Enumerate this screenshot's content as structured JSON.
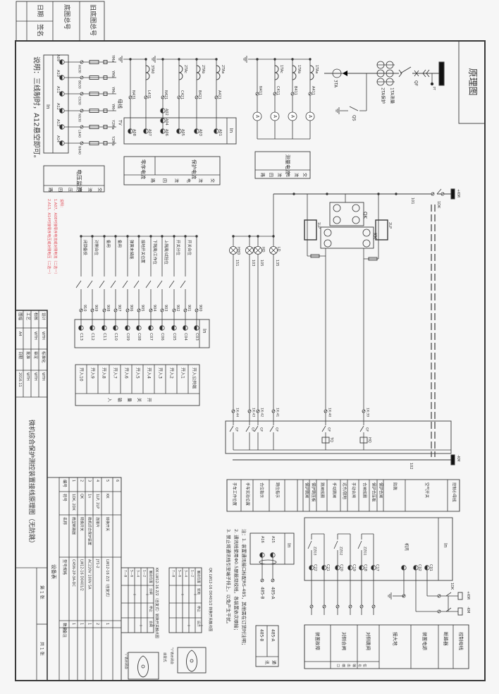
{
  "title_strip": {
    "old_base_no": "旧底图总号",
    "base_no": "底图总号",
    "date": "日期",
    "signature": "签名"
  },
  "diagram_label": "原理图",
  "primary": {
    "qf": "QF",
    "pt": "PT",
    "ct_measure": "1TA测量",
    "ct_protect": "2TA保护",
    "ct_zero": "3TA",
    "qs": "QS"
  },
  "measure": {
    "coils": [
      "1TAa",
      "1TAb",
      "1TAc"
    ],
    "wires": [
      "A411",
      "B411",
      "C411",
      "N411"
    ],
    "meter": "A",
    "box": {
      "title": "交流电流回路",
      "label": "测量电流"
    }
  },
  "protect": {
    "coils": [
      "2TAa",
      "2TAb",
      "2TAc",
      "3TA0"
    ],
    "wires": [
      "A421",
      "B421",
      "C421",
      "N421",
      "L431",
      "N431"
    ],
    "terminals": [
      "A01",
      "A03",
      "A05",
      "A06",
      "A04",
      "A02",
      "A07",
      "A08"
    ],
    "in": "In",
    "box": {
      "title": "交流电流回路",
      "label1": "保护电流",
      "label2": "零序电流"
    }
  },
  "voltage": {
    "terminals": [
      "A09",
      "A10",
      "A11",
      "A12",
      "A13",
      "A14"
    ],
    "wires": [
      "A630",
      "B630",
      "C630",
      "N630",
      "L640",
      "N640"
    ],
    "bus_wires": [
      "YMa",
      "YMb",
      "YMc",
      "YMn",
      "Y2Ma",
      "Y2Mb"
    ],
    "bus_label": "母线",
    "tv_label": "TV",
    "in": "In",
    "note": "说明：三线制时，A12悬空即可。",
    "box": {
      "title": "交流电压回路",
      "label": "电压监测"
    }
  },
  "red_note": [
    "说明：",
    "1.A07、A08可接零序电流或对侧电流（二选一）",
    "2.A13、A14可接零序电压或对侧电压（二选一）"
  ],
  "binary_inputs": {
    "labels": [
      "开关合位",
      "开关分位",
      "上隔离/试验位",
      "下隔离/工作位",
      "接地开关位置",
      "弹簧未储能",
      "备用",
      "备用",
      "对侧合位",
      "闭锁备投"
    ],
    "wires": [
      "900",
      "901",
      "902",
      "903",
      "904",
      "905",
      "906",
      "907",
      "908",
      "909",
      "910"
    ],
    "terminals": [
      "C03",
      "C04",
      "C05",
      "C06",
      "C07",
      "C08",
      "C09",
      "C10",
      "C11",
      "C12",
      "C13"
    ],
    "in": "In",
    "table": [
      "开入公共端",
      "开入1",
      "开入2",
      "开入3",
      "开入4",
      "开入5",
      "开入6",
      "开入7",
      "开入8",
      "开入9",
      "开入10"
    ],
    "table_title": "开关量输入"
  },
  "control": {
    "pos_bus": "+KM",
    "neg_bus": "-KM",
    "switch": "1DK",
    "wires": [
      "101",
      "102"
    ],
    "lamps": [
      {
        "name": "HHD",
        "wire": "151"
      },
      {
        "name": "LD",
        "wire": "103"
      },
      {
        "name": "HD",
        "wire": "105"
      },
      {
        "name": "LD",
        "wire": "135"
      }
    ],
    "terminals": [
      "1X:44",
      "1X:43",
      "1X:42",
      "1X:41",
      "1X:40",
      "1X:39"
    ],
    "qf": "QF",
    "qk": "QK",
    "kk": "KK",
    "tq": "TQ",
    "hq": "HQ",
    "plates": [
      "1LP",
      "2LP"
    ]
  },
  "legend": [
    "手车工作位置",
    "手车实验位置",
    "合位指示",
    "跳位指示",
    "保护跳闸",
    "保护跳压板",
    "跳闸线圈",
    "手动跳闸",
    "远方/就地",
    "手动合闸",
    "合闸线圈",
    "保护合压板",
    "保护合闸",
    "防跳",
    "空气开关",
    "控制小母线"
  ],
  "notes": [
    "注：1. 装置通讯接口标配RS-485，其他需在订货时注明；",
    "2. 通讯线使用Φ0.5屏蔽双绞线，各装置依次顺接；",
    "3. 禁止将通讯线引至端子排上，以免产生干扰。"
  ],
  "comm": {
    "in": "In",
    "terminals": [
      "A15",
      "A16"
    ],
    "ends": [
      "485-A",
      "485-B"
    ],
    "table": {
      "a": "485-A",
      "b": "485-B",
      "title": "通讯"
    }
  },
  "outputs": {
    "in": "In",
    "terminals": [
      "C17",
      "C18",
      "C19",
      "C20",
      "C21",
      "C22"
    ],
    "relays": [
      "ZZG1",
      "ZZG2",
      "ZZG3"
    ],
    "shell": "机壳",
    "power_terminals": [
      "C01",
      "C02"
    ],
    "switch": "1DK",
    "buses": [
      "+KM",
      "-KM"
    ],
    "boxes": [
      "装置故障",
      "对侧合闸",
      "对侧跳闸",
      "接大地",
      "装置电源",
      "断路器",
      "控制母线"
    ],
    "signal_label": "信号输出端口"
  },
  "switch_tables": {
    "kk": {
      "caption": "KK  LW12-16  Z/2（自复式）转换开关触点图",
      "headers": [
        "触点位置",
        "分闸",
        "停止",
        "合闸"
      ],
      "rows": [
        "1—2",
        "3—4",
        "5—6",
        "7—8"
      ],
      "mark": "I",
      "note": "“I”表示闭合",
      "type": "自复式"
    },
    "qk": {
      "caption": "QK  LW12-16  D0401/2  转换开关触点图",
      "headers": [
        "触点位置",
        "就地",
        "停止",
        "远方"
      ],
      "rows": [
        "1—2",
        "3—4",
        "5—6",
        "7—8"
      ],
      "mark": "I",
      "note": "“I”表示闭合"
    }
  },
  "equipment": {
    "title": "设备表",
    "headers": [
      "编号",
      "符号",
      "名称",
      "型号规格",
      "数量",
      "备注"
    ],
    "rows": [
      [
        "1",
        "1DK, 2DK",
        "微型断路器",
        "C45N-2P-3A-DC",
        "1"
      ],
      [
        "2",
        "QK",
        "转换开关",
        "LW12-16 D0401/2",
        "1"
      ],
      [
        "3",
        "1n",
        "微机综合保护装置",
        "AC220V 100V 5A",
        "1"
      ],
      [
        "4",
        "1LP, 2LP",
        "连接片",
        "JY1-2",
        "2"
      ],
      [
        "5",
        "KK",
        "转换开关",
        "LW12-16 Z/2（自复式）",
        "1"
      ],
      [
        "6"
      ]
    ]
  },
  "title_block": {
    "design": "设计",
    "design_v": "WTH",
    "check": "校核",
    "check_v": "WTH",
    "process": "工艺",
    "format": "图幅",
    "format_v": "A4",
    "standard": "标准化",
    "standard_v": "WTH",
    "review": "审定",
    "review_v": "WTH",
    "approve": "批准",
    "approve_v": "WTH",
    "date": "日期",
    "date_v": "2016.11",
    "title": "微机综合保护测控装置接线原理图（无防跳）",
    "sheet": "第 1 张",
    "total": "共 1 张"
  }
}
